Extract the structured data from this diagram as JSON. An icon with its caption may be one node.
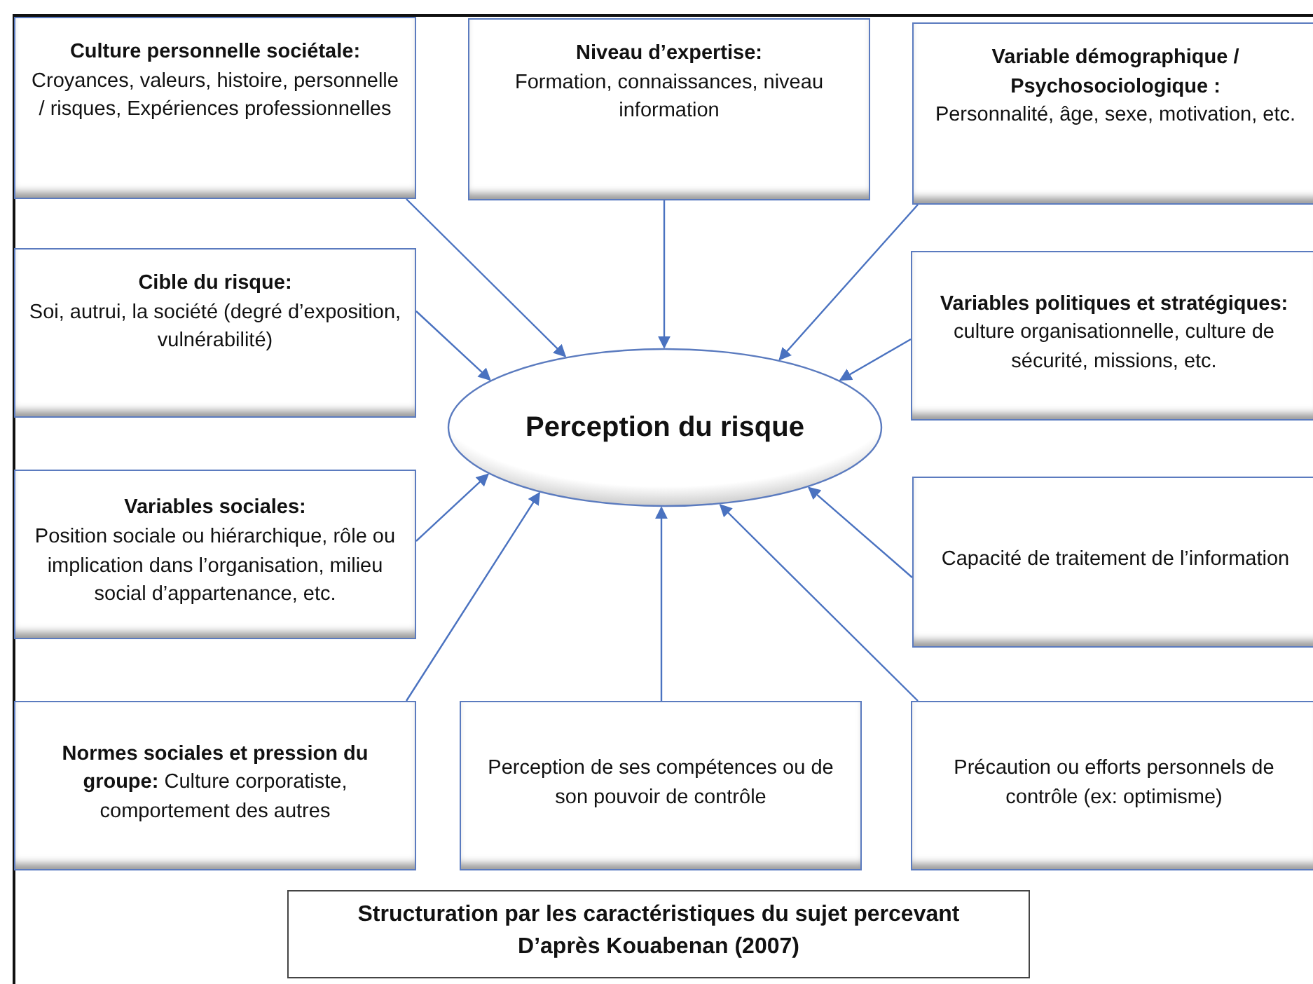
{
  "diagram": {
    "nodes": [
      {
        "text": [
          "Culture personnelle sociétale:",
          "Croyances, valeurs, histoire, personnelle / risques, Expériences professionnelles"
        ]
      },
      {
        "text": [
          "Niveau d’expertise:",
          "Formation, connaissances, niveau information"
        ]
      },
      {
        "text": [
          "Variable démographique / Psychosociologique :",
          "Personnalité, âge, sexe, motivation, etc."
        ]
      },
      {
        "text": [
          "Cible du risque:",
          "Soi, autrui, la société (degré d’exposition, vulnérabilité)"
        ]
      },
      {
        "text": [
          "**Variables politiques et stratégiques:** culture organisationnelle, culture de sécurité, missions, etc."
        ]
      },
      {
        "text": [
          "Perception du risque"
        ]
      },
      {
        "text": [
          "Variables sociales:",
          "Position sociale ou hiérarchique, rôle ou implication dans l’organisation, milieu social d’appartenance, etc."
        ]
      },
      {
        "text": [
          "Capacité de traitement de l’information"
        ]
      },
      {
        "text": [
          "**Normes sociales et pression du groupe:** Culture corporatiste, comportement des autres"
        ]
      },
      {
        "text": [
          "Perception de ses compétences ou de son pouvoir de contrôle"
        ]
      },
      {
        "text": [
          "Précaution ou efforts personnels de contrôle (ex: optimisme)"
        ]
      },
      {
        "text": [
          "Structuration par les caractéristiques du sujet percevant",
          "D’après Kouabenan (2007)"
        ]
      }
    ],
    "edges": [
      {
        "from": 0,
        "to": 5,
        "arrow": "to"
      },
      {
        "from": 1,
        "to": 5,
        "arrow": "to"
      },
      {
        "from": 2,
        "to": 5,
        "arrow": "to"
      },
      {
        "from": 3,
        "to": 5,
        "arrow": "to"
      },
      {
        "from": 4,
        "to": 5,
        "arrow": "to"
      },
      {
        "from": 6,
        "to": 5,
        "arrow": "to"
      },
      {
        "from": 7,
        "to": 5,
        "arrow": "to"
      },
      {
        "from": 8,
        "to": 5,
        "arrow": "to"
      },
      {
        "from": 9,
        "to": 5,
        "arrow": "to"
      },
      {
        "from": 10,
        "to": 5,
        "arrow": "to"
      }
    ]
  }
}
